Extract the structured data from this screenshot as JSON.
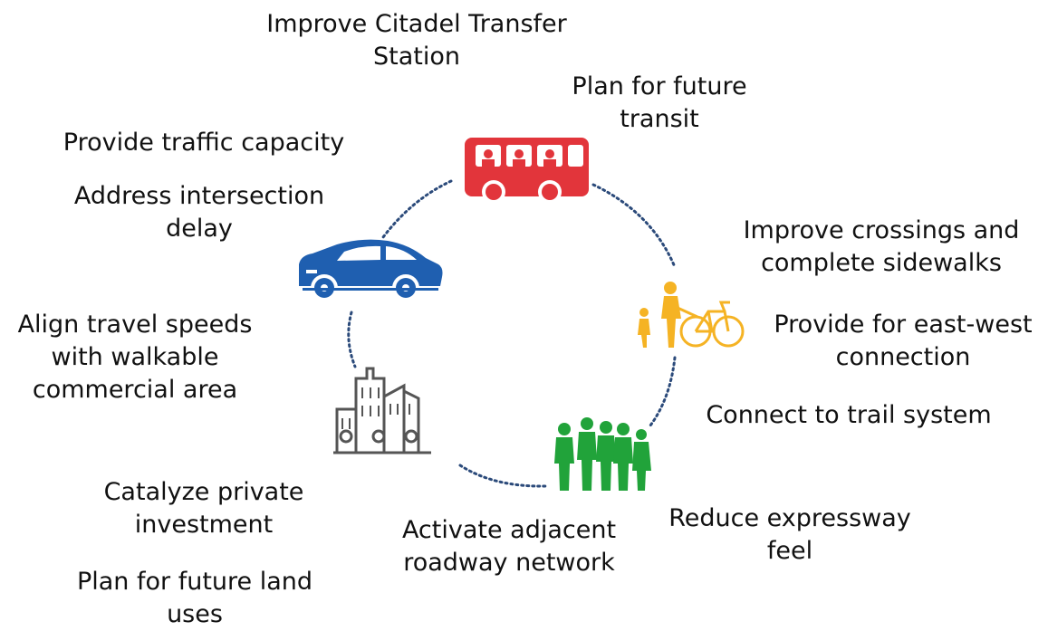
{
  "colors": {
    "transit": "#e2353b",
    "car": "#1f5fb0",
    "pedestrian": "#f5b324",
    "community": "#21a33a",
    "buildings": "#555555",
    "ring": "#2b4a7a"
  },
  "icons": {
    "transit": "bus-icon",
    "car": "car-icon",
    "pedestrian": "pedestrian-bicycle-icon",
    "community": "people-group-icon",
    "buildings": "city-buildings-icon"
  },
  "labels": {
    "citadel": [
      "Improve Citadel Transfer",
      "Station"
    ],
    "future_transit": [
      "Plan for future",
      "transit"
    ],
    "traffic_capacity": [
      "Provide traffic capacity"
    ],
    "intersection_delay": [
      "Address intersection",
      "delay"
    ],
    "crossings": [
      "Improve crossings and",
      "complete sidewalks"
    ],
    "east_west": [
      "Provide for east-west",
      "connection"
    ],
    "travel_speeds": [
      "Align travel speeds",
      "with walkable",
      "commercial area"
    ],
    "trail": [
      "Connect to trail system"
    ],
    "private_investment": [
      "Catalyze private",
      "investment"
    ],
    "roadway_network": [
      "Activate adjacent",
      "roadway network"
    ],
    "expressway": [
      "Reduce expressway",
      "feel"
    ],
    "land_uses": [
      "Plan for future land",
      "uses"
    ]
  }
}
